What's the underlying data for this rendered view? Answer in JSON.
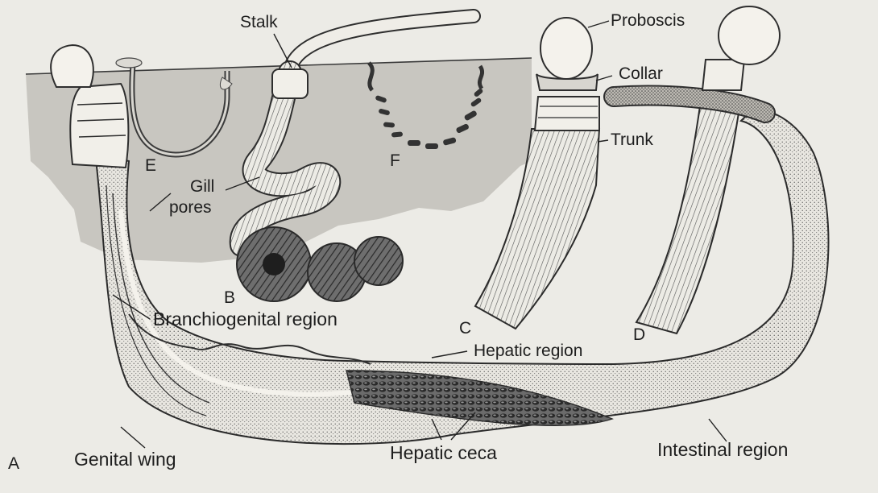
{
  "figure": {
    "panel_letters": {
      "a": "A",
      "b": "B",
      "c": "C",
      "d": "D",
      "e": "E",
      "f": "F"
    },
    "labels": {
      "stalk": "Stalk",
      "proboscis": "Proboscis",
      "collar": "Collar",
      "trunk": "Trunk",
      "gill": "Gill",
      "pores": "pores",
      "branchiogenital_region": "Branchiogenital region",
      "hepatic_region": "Hepatic region",
      "genital_wing": "Genital wing",
      "hepatic_ceca": "Hepatic ceca",
      "intestinal_region": "Intestinal region"
    },
    "colors": {
      "background": "#ecebe6",
      "sediment": "#c9c7c1",
      "body": "#f1efe9",
      "stipple": "#4a4a4a"
    }
  }
}
